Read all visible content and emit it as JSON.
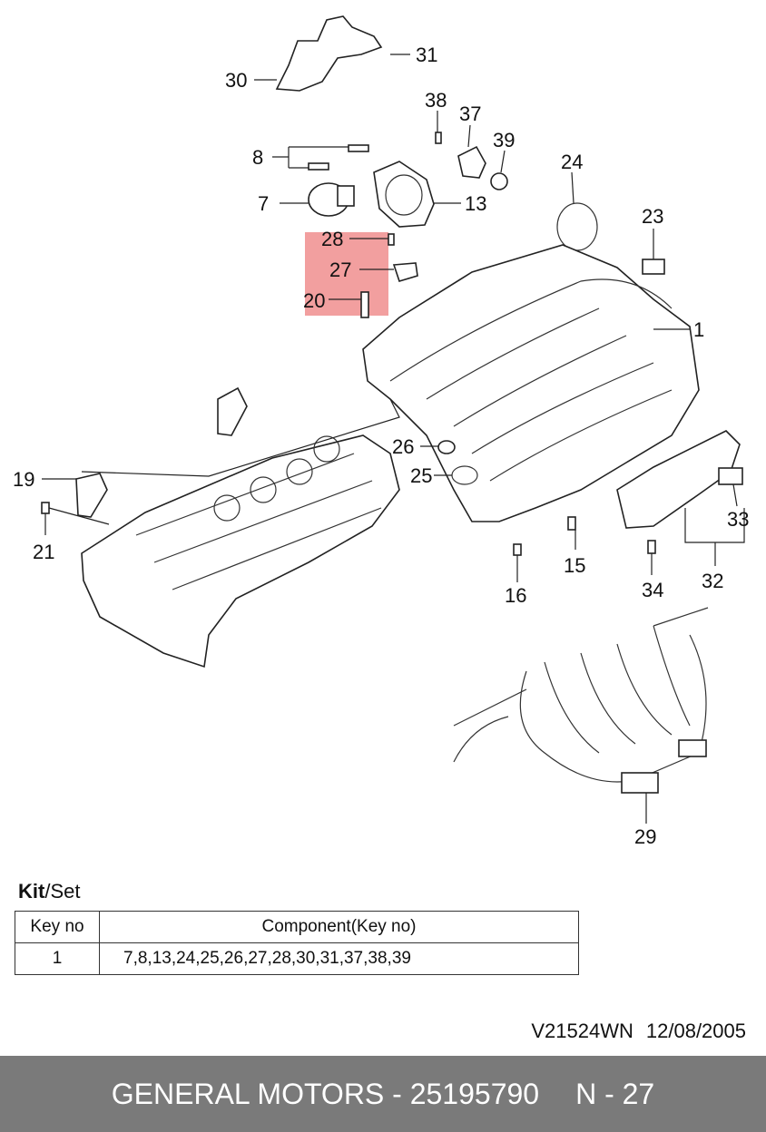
{
  "callouts": [
    "30",
    "31",
    "38",
    "37",
    "39",
    "8",
    "24",
    "7",
    "13",
    "23",
    "28",
    "27",
    "20",
    "1",
    "26",
    "19",
    "25",
    "21",
    "33",
    "15",
    "32",
    "16",
    "34",
    "29"
  ],
  "kit": {
    "title_bold": "Kit",
    "title_rest": "/Set",
    "headers": [
      "Key no",
      "Component(Key no)"
    ],
    "rows": [
      [
        "1",
        "7,8,13,24,25,26,27,28,30,31,37,38,39"
      ]
    ]
  },
  "reference": {
    "code": "V21524WN",
    "date": "12/08/2005"
  },
  "footer": {
    "title": "GENERAL MOTORS - 25195790",
    "page": "N - 27"
  },
  "colors": {
    "highlight": "#f08e8e",
    "footer_bg": "#7a7a7a"
  }
}
